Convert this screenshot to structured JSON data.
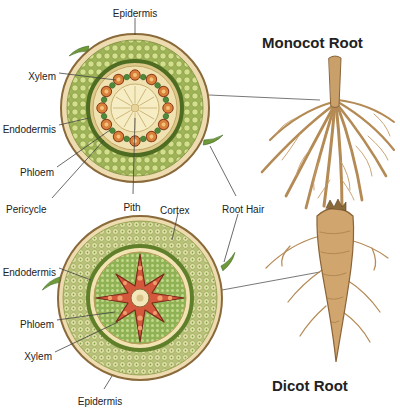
{
  "diagram": {
    "labels": [
      "Epidermis",
      "Monocot Root",
      "Xylem",
      "Endodermis",
      "Phloem",
      "Pericycle",
      "Pith",
      "Cortex",
      "Root Hair",
      "Endodermis",
      "Phloem",
      "Xylem",
      "Epidermis",
      "Dicot Root"
    ]
  }
}
